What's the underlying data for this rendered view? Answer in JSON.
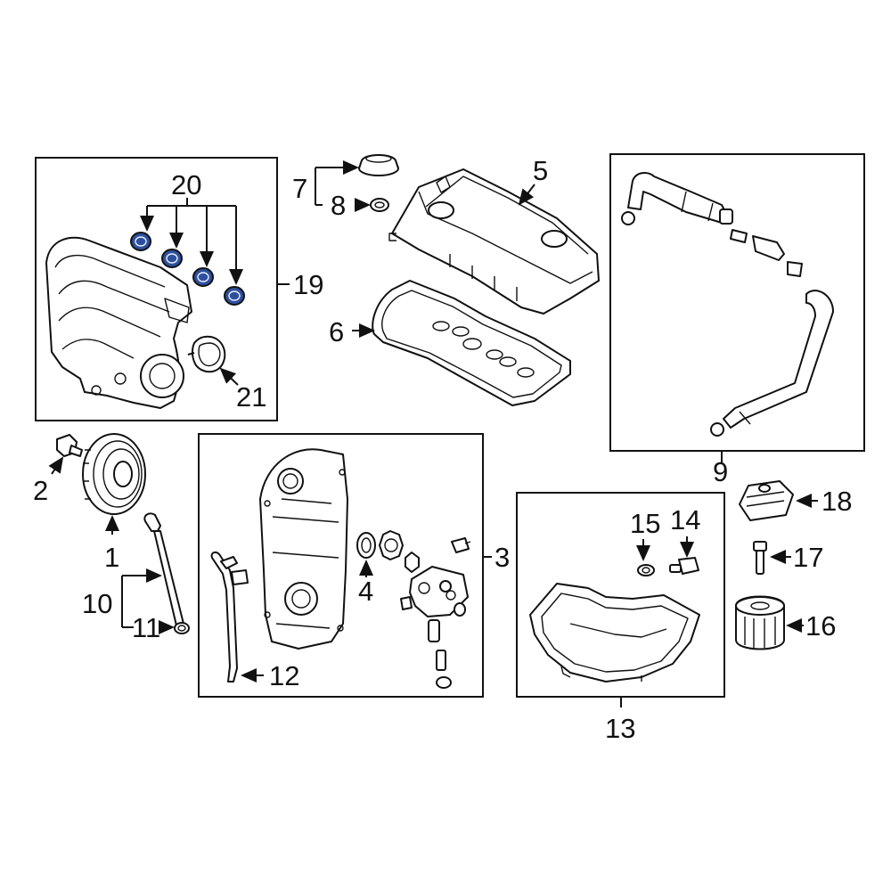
{
  "callouts": {
    "c1": "1",
    "c2": "2",
    "c3": "3",
    "c4": "4",
    "c5": "5",
    "c6": "6",
    "c7": "7",
    "c8": "8",
    "c9": "9",
    "c10": "10",
    "c11": "11",
    "c12": "12",
    "c13": "13",
    "c14": "14",
    "c15": "15",
    "c16": "16",
    "c17": "17",
    "c18": "18",
    "c19": "19",
    "c20": "20",
    "c21": "21"
  },
  "colors": {
    "line": "#111111",
    "highlight_gasket": "#2d4f9e",
    "background": "#ffffff"
  }
}
